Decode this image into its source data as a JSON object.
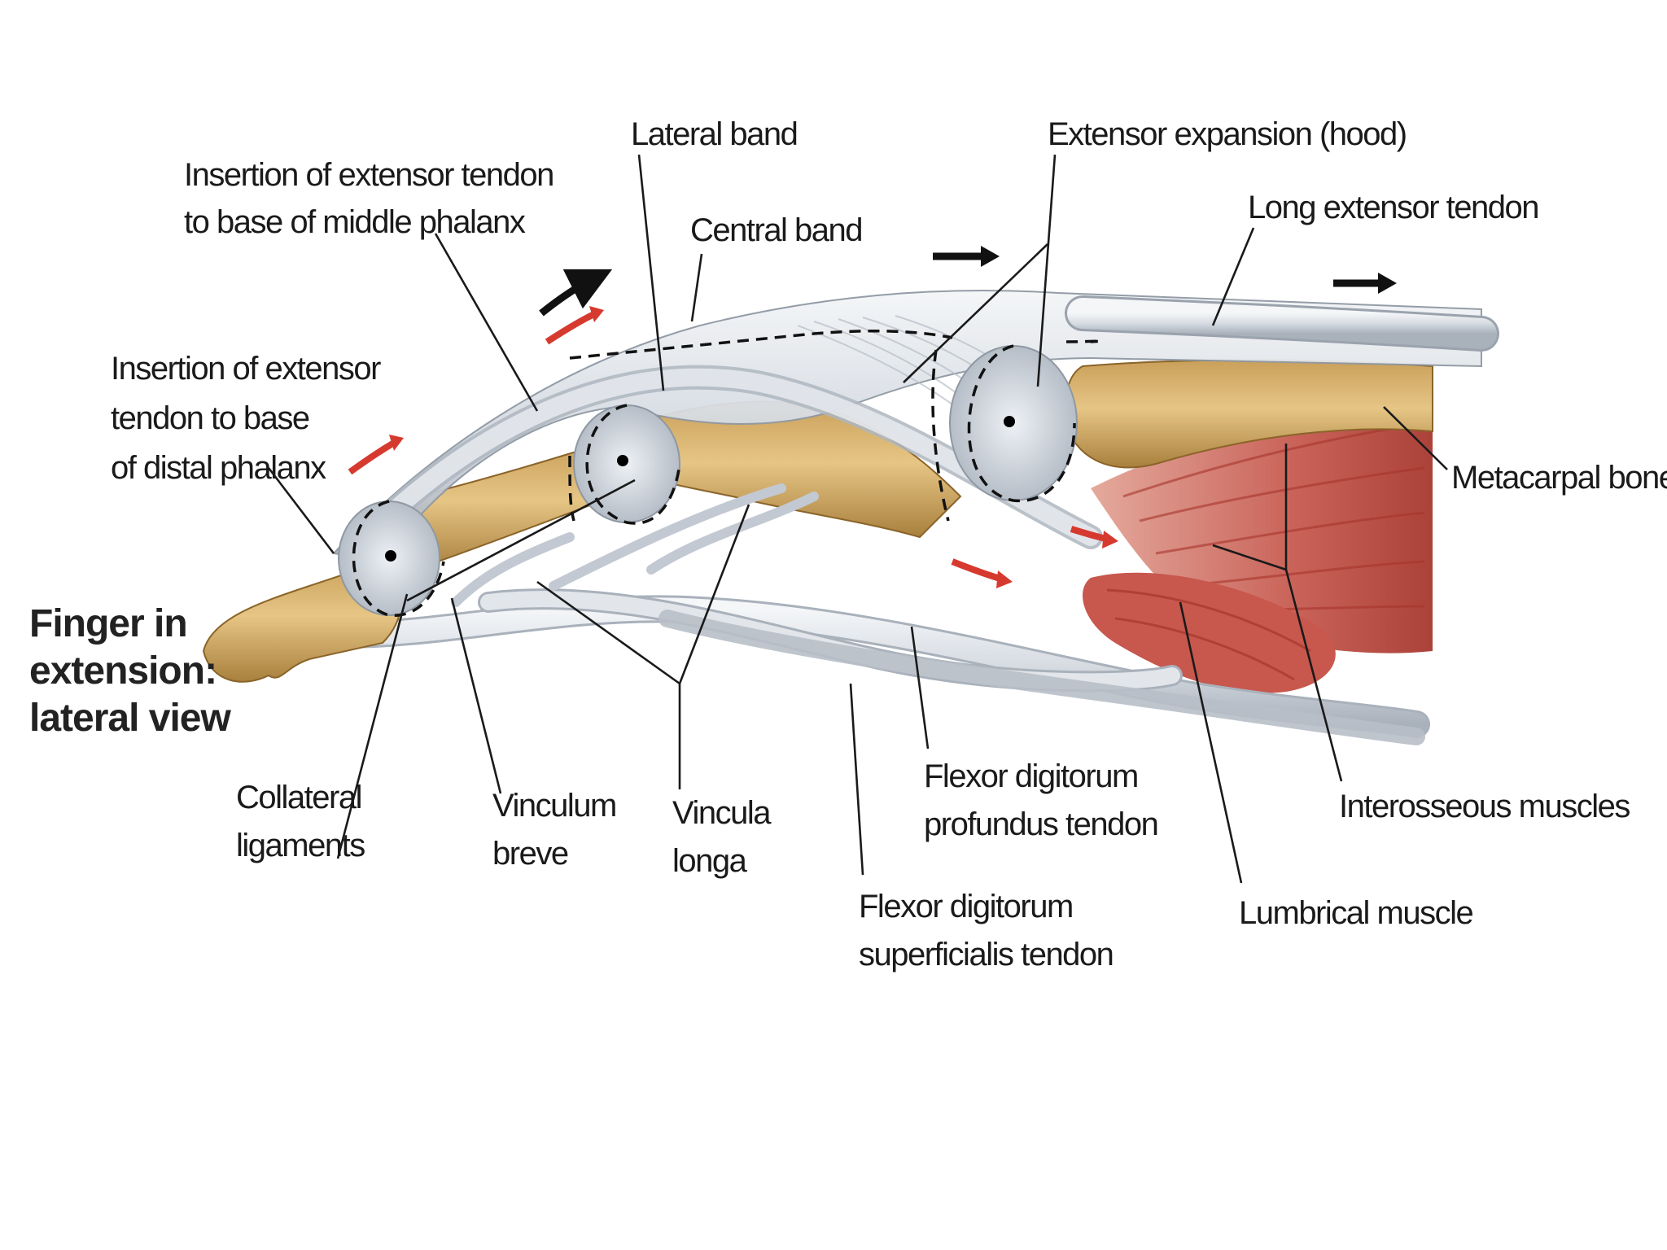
{
  "title": {
    "line1": "Finger in",
    "line2": "extension:",
    "line3": "lateral view"
  },
  "labels": {
    "insertion_middle": {
      "line1": "Insertion of extensor tendon",
      "line2": "to base of middle phalanx"
    },
    "lateral_band": "Lateral band",
    "central_band": "Central band",
    "extensor_expansion": "Extensor expansion (hood)",
    "long_extensor": "Long extensor tendon",
    "insertion_distal": {
      "line1": "Insertion of extensor",
      "line2": "tendon to base",
      "line3": "of distal phalanx"
    },
    "metacarpal_bone": "Metacarpal bone",
    "collateral_ligaments": {
      "line1": "Collateral",
      "line2": "ligaments"
    },
    "vinculum_breve": {
      "line1": "Vinculum",
      "line2": "breve"
    },
    "vincula_longa": {
      "line1": "Vincula",
      "line2": "longa"
    },
    "fdp_tendon": {
      "line1": "Flexor digitorum",
      "line2": "profundus tendon"
    },
    "fds_tendon": {
      "line1": "Flexor digitorum",
      "line2": "superficialis tendon"
    },
    "interosseous_muscles": "Interosseous muscles",
    "lumbrical_muscle": "Lumbrical muscle"
  },
  "colors": {
    "bone": "#d9b36b",
    "bone_shadow": "#a97f3c",
    "tendon": "#d7dce3",
    "tendon_light": "#f1f3f6",
    "tendon_shadow": "#9aa2ad",
    "muscle": "#c0504d",
    "muscle_light": "#de9a8e",
    "arrow_black": "#111111",
    "arrow_red": "#d63a2e"
  }
}
